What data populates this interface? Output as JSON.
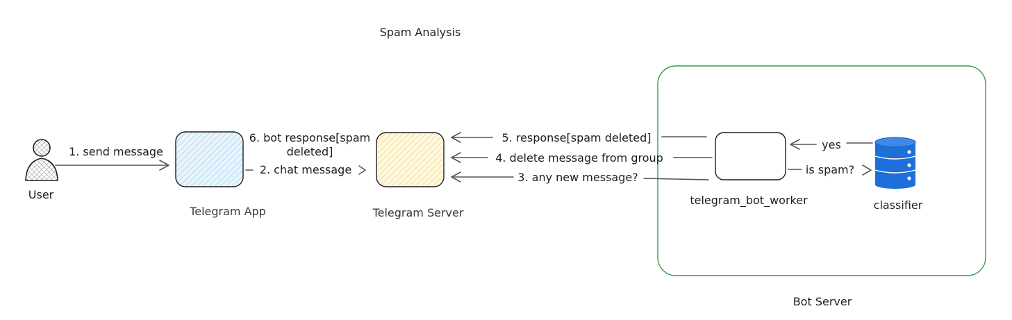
{
  "title": "Spam Analysis",
  "nodes": {
    "user": {
      "label": "User",
      "icon": "user-icon"
    },
    "telegram_app": {
      "label": "Telegram App",
      "fill": "#dff1fb",
      "hatch": "#a8d6f0"
    },
    "telegram_server": {
      "label": "Telegram Server",
      "fill": "#fff6d5",
      "hatch": "#f2da8a"
    },
    "bot_worker": {
      "label": "telegram_bot_worker"
    },
    "classifier": {
      "label": "classifier",
      "icon": "database-icon",
      "color": "#1e6fd9"
    }
  },
  "group": {
    "label": "Bot Server",
    "border_color": "#2f9e44"
  },
  "edges": [
    {
      "id": "e1",
      "label": "1. send message"
    },
    {
      "id": "e2",
      "label": "2. chat message"
    },
    {
      "id": "e3",
      "label": "3. any new message?"
    },
    {
      "id": "e4",
      "label": "4. delete message from group"
    },
    {
      "id": "e5",
      "label": "5. response[spam deleted]"
    },
    {
      "id": "e6",
      "lines": [
        "6. bot response[spam",
        "deleted]"
      ]
    },
    {
      "id": "e_spam",
      "label": "is spam?"
    },
    {
      "id": "e_yes",
      "label": "yes"
    }
  ]
}
